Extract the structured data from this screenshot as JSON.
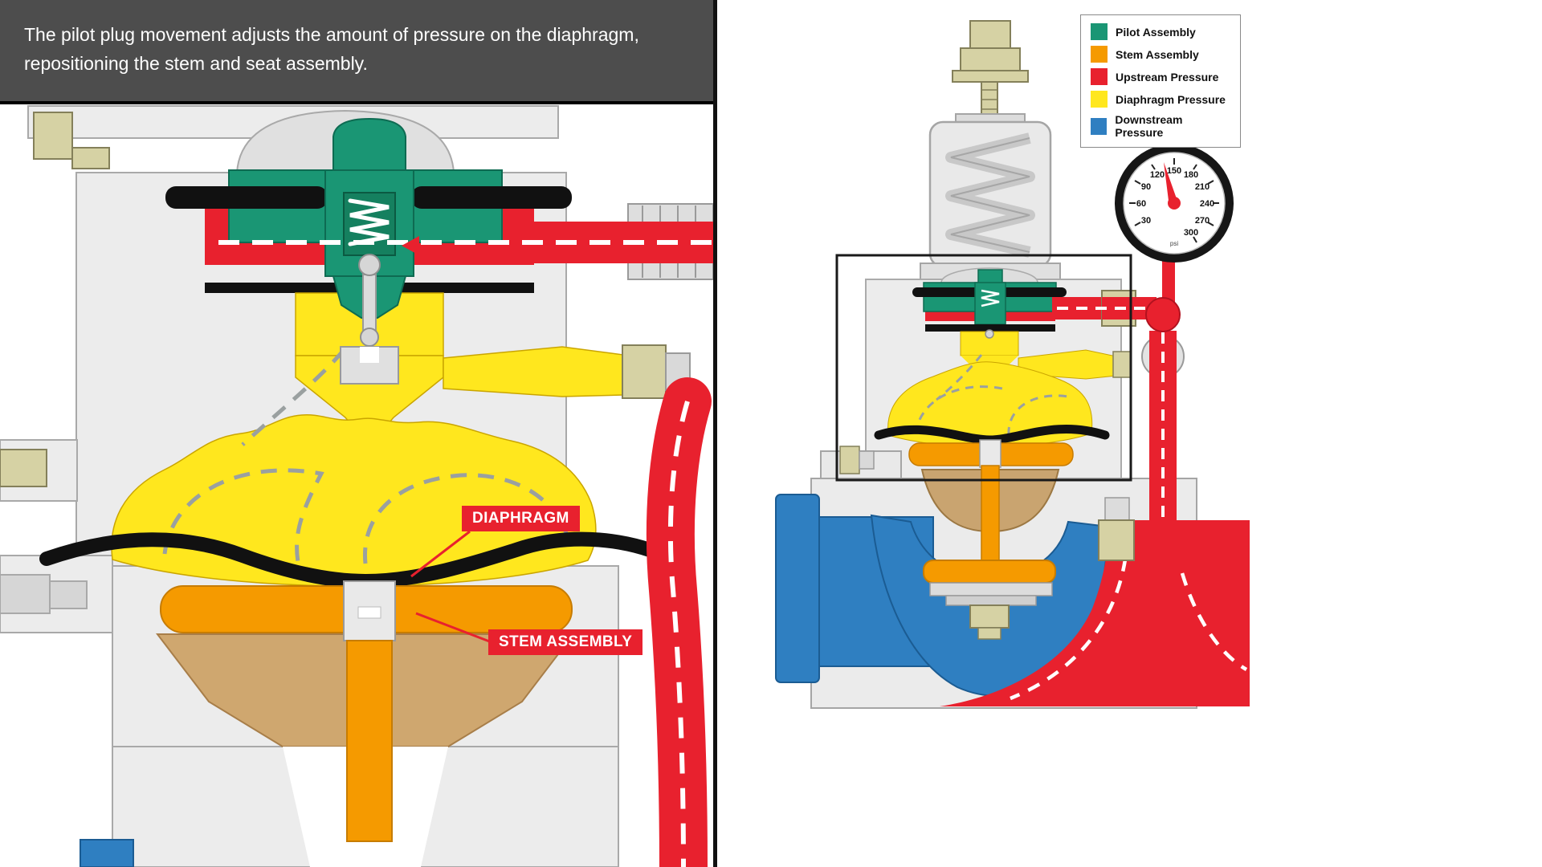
{
  "caption": {
    "text": "The pilot plug movement adjusts the amount of pressure on the diaphragm, repositioning the stem and seat assembly."
  },
  "callouts": {
    "diaphragm": "DIAPHRAGM",
    "stem_assembly": "STEM ASSEMBLY"
  },
  "legend": {
    "items": [
      {
        "label": "Pilot Assembly",
        "color": "#1a9674"
      },
      {
        "label": "Stem Assembly",
        "color": "#f59a00"
      },
      {
        "label": "Upstream Pressure",
        "color": "#e8212e"
      },
      {
        "label": "Diaphragm Pressure",
        "color": "#ffe71e"
      },
      {
        "label": "Downstream Pressure",
        "color": "#2f7fc1"
      }
    ]
  },
  "gauge": {
    "ticks": [
      "30",
      "60",
      "90",
      "120",
      "150",
      "180",
      "210",
      "240",
      "270",
      "300"
    ],
    "unit": "psi"
  },
  "colors": {
    "pilot": "#1a9674",
    "stem": "#f59a00",
    "upstream": "#e8212e",
    "diaphragm_pressure": "#ffe71e",
    "downstream": "#2f7fc1",
    "caption_bg": "#4d4d4d",
    "diaphragm_black": "#111111"
  }
}
